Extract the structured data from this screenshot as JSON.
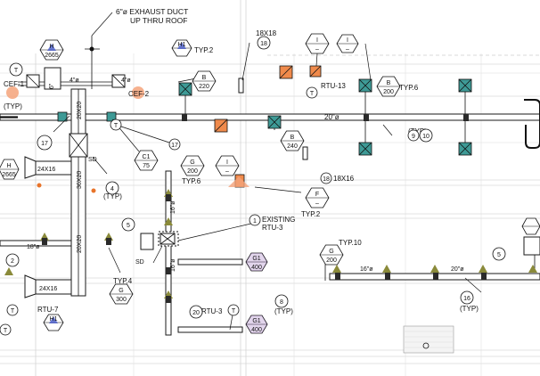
{
  "labels": {
    "exhaust_duct_line1": "6\"ø EXHAUST DUCT",
    "exhaust_duct_line2": "UP THRU ROOF",
    "cef_1": "CEF-1",
    "cef_2": "CEF-2",
    "rtu_13": "RTU-13",
    "rtu_3_note": "RTU-3",
    "rtu_7": "RTU-7",
    "existing_line1": "EXISTING",
    "existing_line2": "RTU-3",
    "typ": "(TYP)",
    "typ_2a": "TYP.2",
    "typ_2b": "TYP.2",
    "typ_6a": "TYP.6",
    "typ_6b": "TYP.6",
    "typ_4": "TYP.4",
    "typ_10": "TYP.10",
    "duct_18x18": "18X18",
    "duct_18x16": "18X16",
    "duct_24x16a": "24X16",
    "duct_24x16b": "24X16",
    "duct_20x20a": "20X20",
    "duct_20x20b": "20X20",
    "duct_36x20": "36X20",
    "dia_20a": "20\"ø",
    "dia_20b": "20\"ø",
    "dia_18": "18\"ø",
    "dia_16a": "16\"ø",
    "dia_16b": "16\"ø",
    "dia_16c": "16\"ø",
    "dia_4a": "4\"ø",
    "dia_4b": "4\"ø",
    "dia_6": "6\"",
    "sd": "SD"
  },
  "circle_tags": {
    "t1": "T",
    "t2": "T",
    "t3": "T",
    "t4": "T",
    "t5": "T",
    "t6": "T",
    "n2": "2",
    "n4": "4",
    "n5a": "5",
    "n5b": "5",
    "n8": "8",
    "n9": "9",
    "n10": "10",
    "n16": "16",
    "n17a": "17",
    "n17b": "17",
    "n18a": "18",
    "n18b": "18",
    "n20": "20",
    "n1": "1"
  },
  "hex_tags": {
    "h_top": {
      "letter": "H",
      "value": "2665"
    },
    "h_left": {
      "letter": "H",
      "value": "2665"
    },
    "h1_a": {
      "letter": "H1",
      "value": ""
    },
    "h1_b": {
      "letter": "H1",
      "value": ""
    },
    "b_220": {
      "letter": "B",
      "value": "220"
    },
    "b_200": {
      "letter": "B",
      "value": "200"
    },
    "b_240": {
      "letter": "B",
      "value": "240"
    },
    "c1_75": {
      "letter": "C1",
      "value": "75"
    },
    "g_200": {
      "letter": "G",
      "value": "200"
    },
    "g_200b": {
      "letter": "G",
      "value": "200"
    },
    "g_300": {
      "letter": "G",
      "value": "300"
    },
    "g1_400a": {
      "letter": "G1",
      "value": "400"
    },
    "g1_400b": {
      "letter": "G1",
      "value": "400"
    },
    "f_dash": {
      "letter": "F",
      "value": "–"
    },
    "i_dash_a": {
      "letter": "I",
      "value": "–"
    },
    "i_dash_b": {
      "letter": "I",
      "value": "–"
    },
    "i_dash_c": {
      "letter": "I",
      "value": "–"
    },
    "blank_hex": {
      "letter": "",
      "value": ""
    }
  },
  "colors": {
    "linework": "#111111",
    "grid": "#c8c8c8",
    "diffuser_teal": "#3e9a96",
    "exhaust_orange": "#f08a4b",
    "fire_marker": "#e8742a",
    "tag_purple": "#7d3fa8",
    "triangle_olive": "#8a8a3a",
    "unit_blue": "#3a4fc8"
  }
}
